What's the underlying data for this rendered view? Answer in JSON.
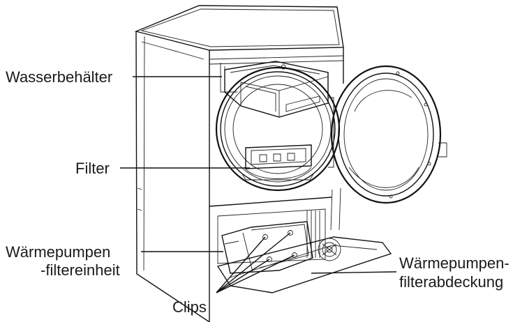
{
  "labels": {
    "water_tank": "Wasserbehälter",
    "filter": "Filter",
    "heat_pump_filter_unit_line1": "Wärmepumpen",
    "heat_pump_filter_unit_line2": "-filtereinheit",
    "heat_pump_filter_cover_line1": "Wärmepumpen-",
    "heat_pump_filter_cover_line2": "filterabdeckung",
    "clips": "Clips"
  }
}
